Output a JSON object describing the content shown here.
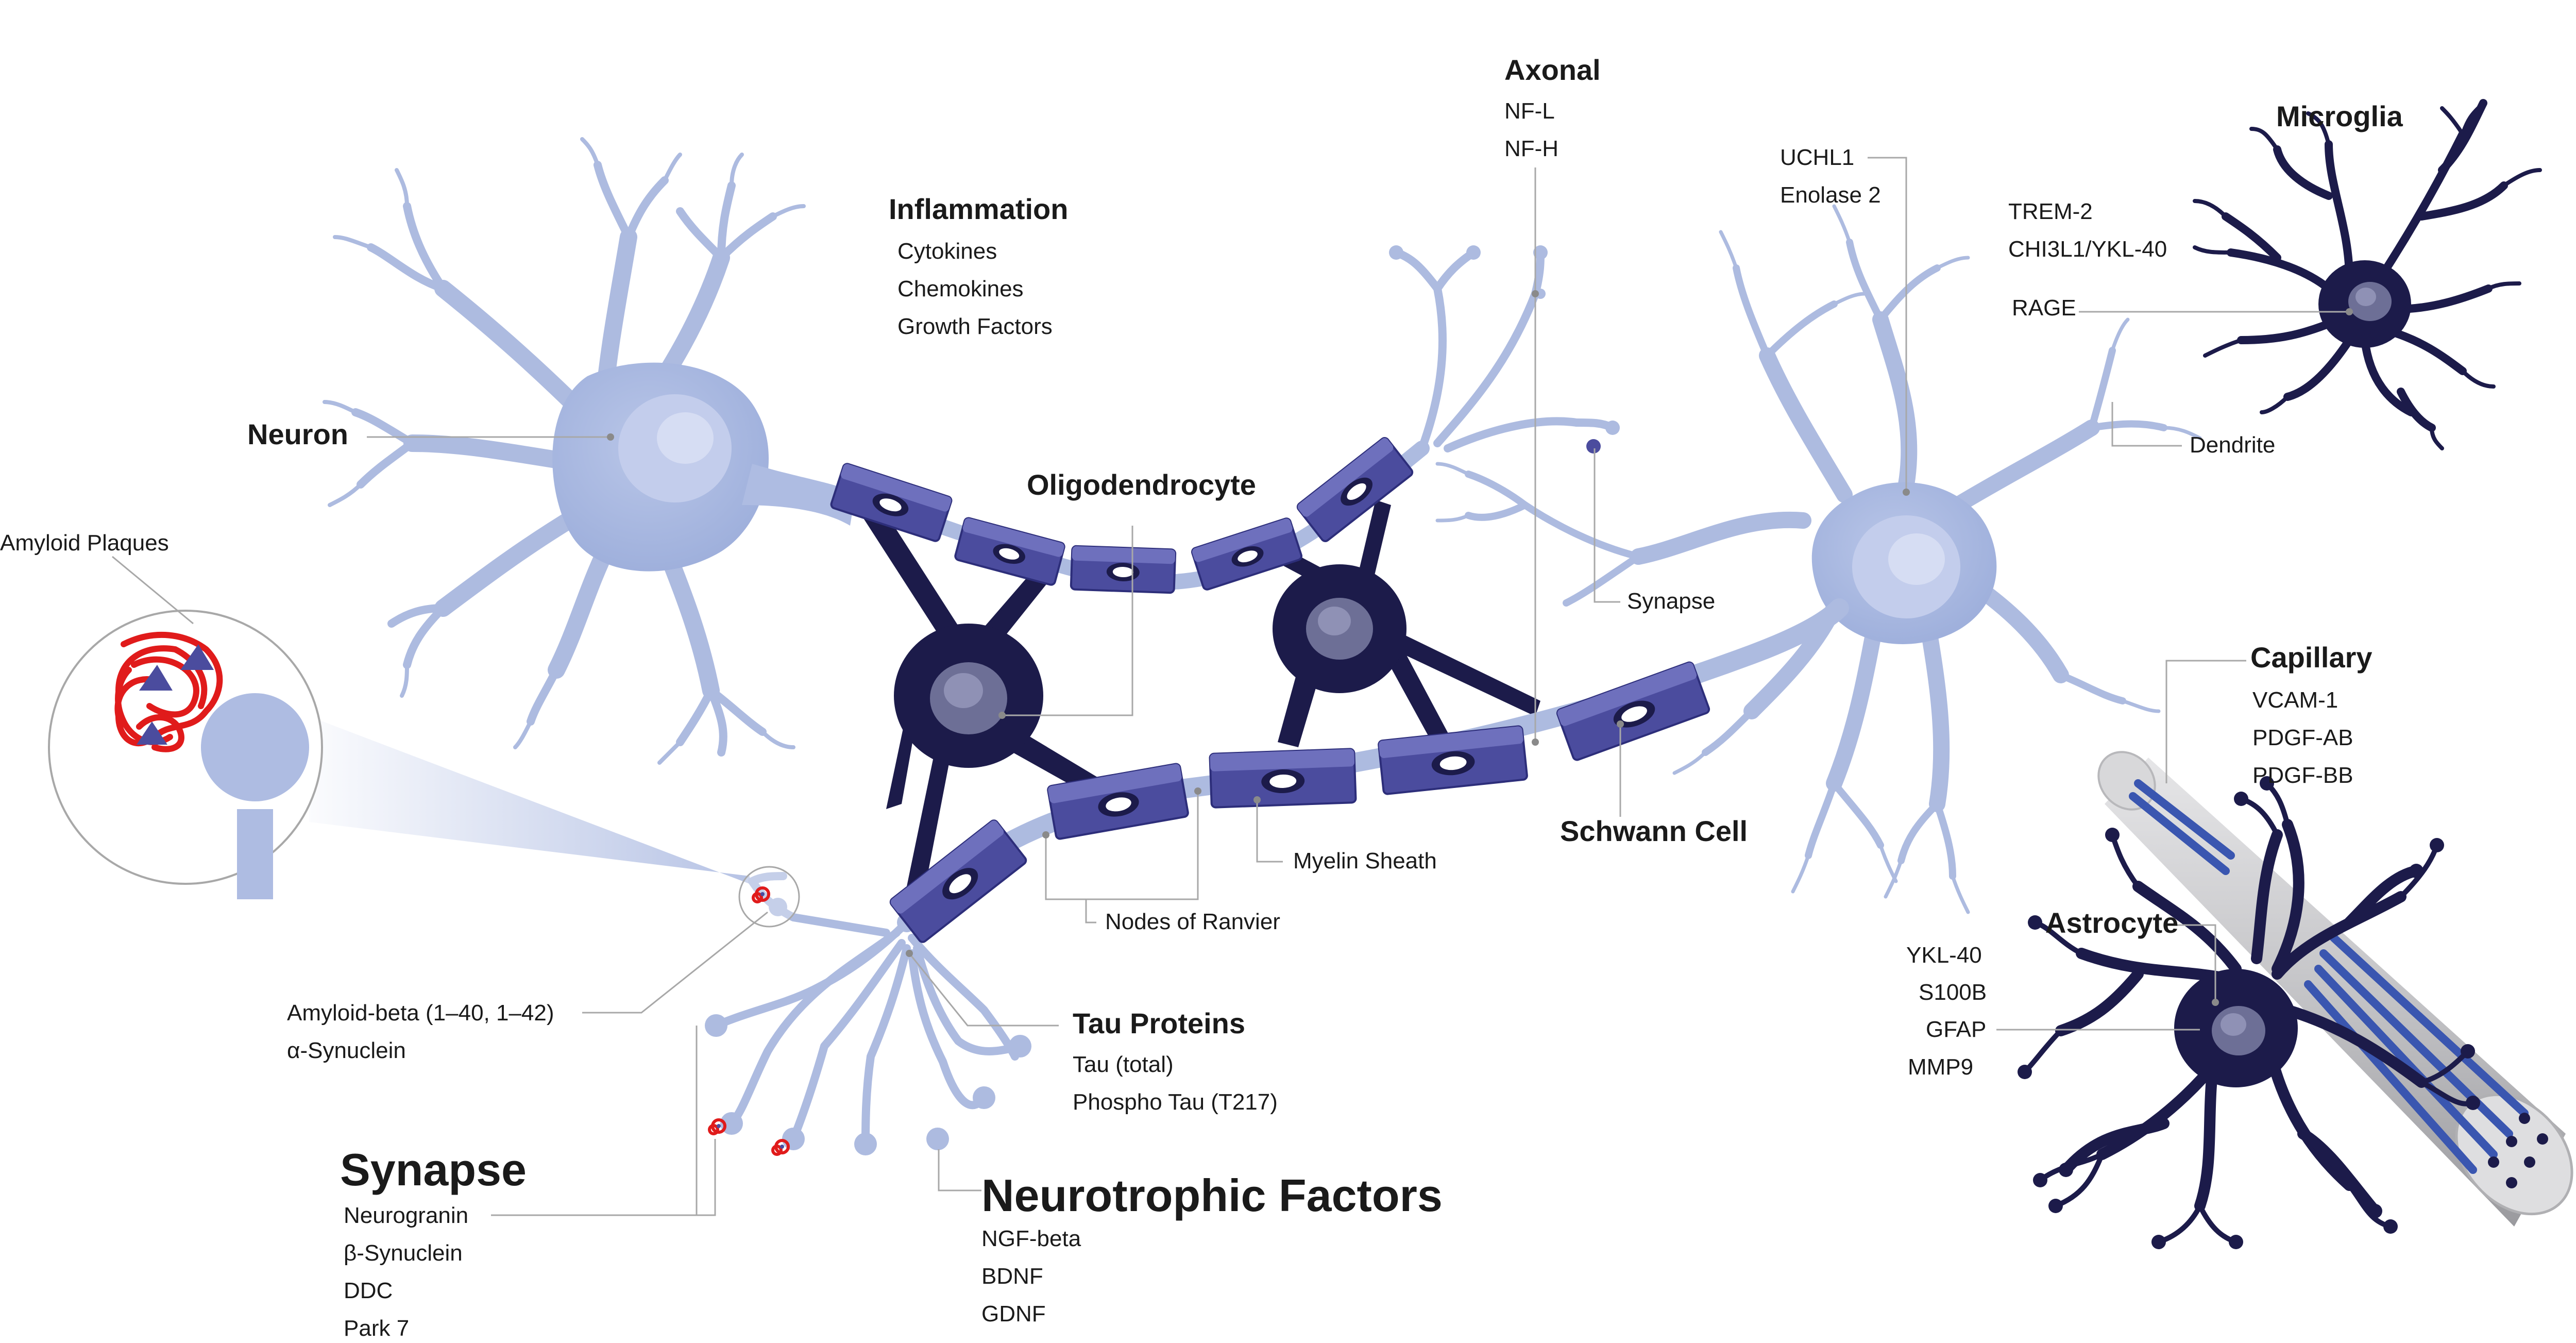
{
  "colors": {
    "neuron": "#aebce2",
    "neuron_light": "#c9d3ee",
    "myelin": "#4b4c9e",
    "glia_dark": "#1c1b4a",
    "plaque": "#e01b1b",
    "capillary": "#c7c7c9",
    "leader_line": "#a8a8a8"
  },
  "labels": {
    "neuron": "Neuron",
    "amyloid_plaques": "Amyloid Plaques",
    "inflammation": {
      "title": "Inflammation",
      "items": [
        "Cytokines",
        "Chemokines",
        "Growth Factors"
      ]
    },
    "oligodendrocyte": "Oligodendrocyte",
    "axonal": {
      "title": "Axonal",
      "items": [
        "NF-L",
        "NF-H"
      ]
    },
    "uchl1": [
      "UCHL1",
      "Enolase 2"
    ],
    "microglia": {
      "title": "Microglia",
      "items": [
        "TREM-2",
        "CHI3L1/YKL-40",
        "RAGE"
      ]
    },
    "dendrite": "Dendrite",
    "synapse_small": "Synapse",
    "capillary": {
      "title": "Capillary",
      "items": [
        "VCAM-1",
        "PDGF-AB",
        "PDGF-BB"
      ]
    },
    "schwann_cell": "Schwann Cell",
    "myelin_sheath": "Myelin Sheath",
    "nodes_of_ranvier": "Nodes of Ranvier",
    "astrocyte": {
      "title": "Astrocyte",
      "items": [
        "YKL-40",
        "S100B",
        "GFAP",
        "MMP9"
      ]
    },
    "amyloid_beta": [
      "Amyloid-beta (1–40, 1–42)",
      "α-Synuclein"
    ],
    "tau_proteins": {
      "title": "Tau Proteins",
      "items": [
        "Tau (total)",
        "Phospho Tau (T217)"
      ]
    },
    "synapse": {
      "title": "Synapse",
      "items": [
        "Neurogranin",
        "β-Synuclein",
        "DDC",
        "Park 7"
      ]
    },
    "neurotrophic_factors": {
      "title": "Neurotrophic Factors",
      "items": [
        "NGF-beta",
        "BDNF",
        "GDNF"
      ]
    }
  }
}
